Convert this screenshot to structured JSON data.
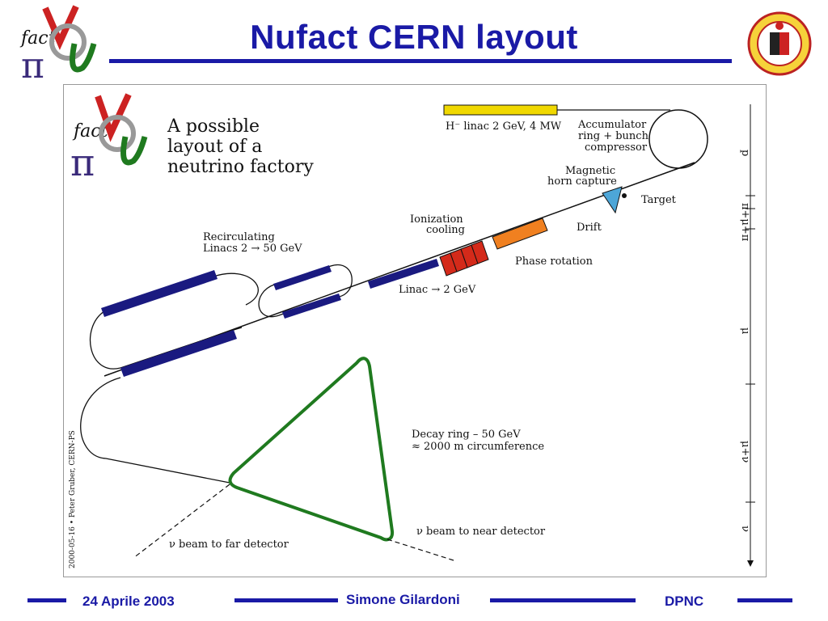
{
  "header": {
    "title": "Nufact CERN layout"
  },
  "figure": {
    "logo": {
      "text_top": "fact"
    },
    "heading": [
      "A possible",
      "layout of a",
      "neutrino factory"
    ],
    "hminus_label": "H⁻ linac 2 GeV, 4 MW",
    "accumulator_label": [
      "Accumulator",
      "ring + bunch",
      "compressor"
    ],
    "magnetic_label": [
      "Magnetic",
      "horn capture"
    ],
    "target_label": "Target",
    "drift_label": "Drift",
    "ionization_label": [
      "Ionization",
      "cooling"
    ],
    "phase_label": "Phase rotation",
    "linac2_label": "Linac → 2 GeV",
    "recirc_label": [
      "Recirculating",
      "Linacs 2 → 50 GeV"
    ],
    "decay_label": [
      "Decay ring – 50 GeV",
      "≈ 2000 m circumference"
    ],
    "far_beam_label": "ν beam to far detector",
    "near_beam_label": "ν beam to near detector",
    "credit": "2000-05-16 • Peter Gruber, CERN-PS",
    "stages": [
      "p",
      "π+μ+π",
      "μ",
      "μ+ν",
      "ν"
    ]
  },
  "footer": {
    "date": "24 Aprile 2003",
    "author": "Simone Gilardoni",
    "org": "DPNC"
  },
  "colors": {
    "title": "#1a1aa6",
    "linac": "#1a1a80",
    "decay_ring": "#1f7a1f",
    "cooling": "#d42a1a",
    "phase": "#f08020",
    "hminus": "#f0d800",
    "horn": "#4da6d8"
  }
}
